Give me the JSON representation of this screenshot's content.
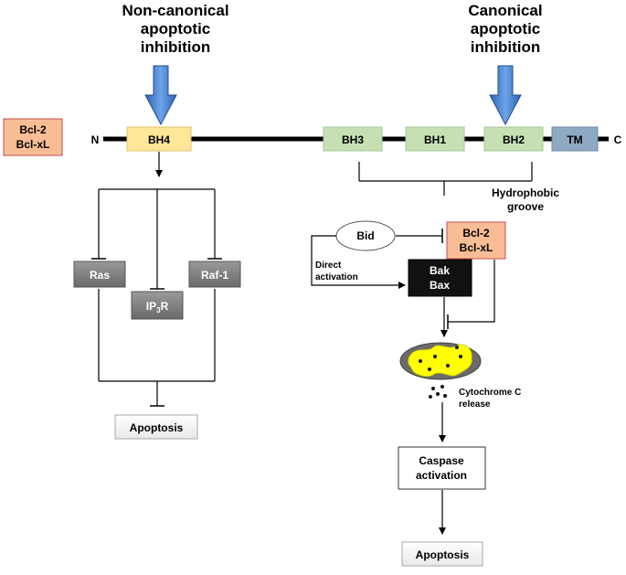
{
  "headers": {
    "non_canonical": [
      "Non-canonical",
      "apoptotic",
      "inhibition"
    ],
    "canonical": [
      "Canonical",
      "apoptotic",
      "inhibition"
    ]
  },
  "protein": {
    "legend": [
      "Bcl-2",
      "Bcl-xL"
    ],
    "n_term": "N",
    "c_term": "C",
    "domains": [
      "BH4",
      "BH3",
      "BH1",
      "BH2",
      "TM"
    ]
  },
  "non_canonical_path": {
    "targets": [
      "Ras",
      "IP",
      "3",
      "R",
      "Raf-1"
    ],
    "outcome": "Apoptosis"
  },
  "canonical_path": {
    "groove": [
      "Hydrophobic",
      "groove"
    ],
    "bid": "Bid",
    "bcl_box": [
      "Bcl-2",
      "Bcl-xL"
    ],
    "bak_bax": [
      "Bak",
      "Bax"
    ],
    "direct_activation": [
      "Direct",
      "activation"
    ],
    "cytochrome": [
      "Cytochrome C",
      "release"
    ],
    "caspase": [
      "Caspase",
      "activation"
    ],
    "outcome": "Apoptosis"
  },
  "colors": {
    "peach": "#f9bd95",
    "peach_border": "#c0504d",
    "yellow": "#ffe699",
    "green": "#c6e0b4",
    "tm": "#8ea9c1",
    "grey": "#7f7f7f",
    "arrow_blue": "#3f7fd0",
    "mito_yellow": "#ffff00"
  }
}
